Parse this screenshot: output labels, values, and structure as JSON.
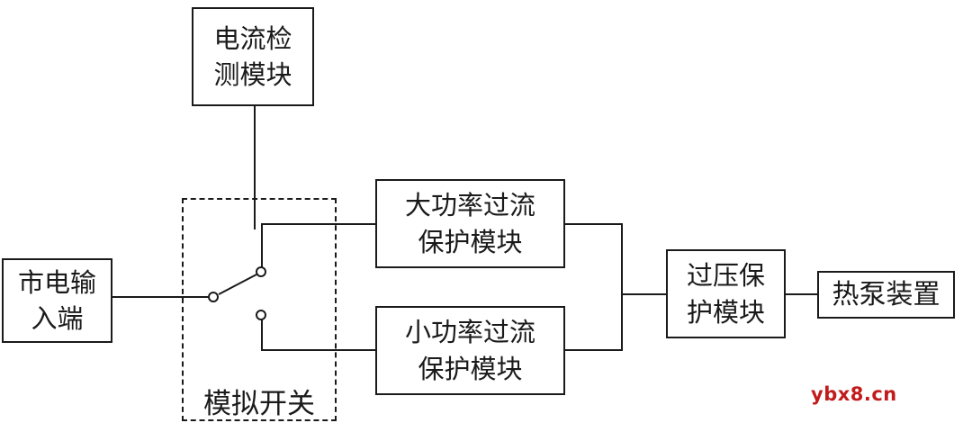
{
  "blocks": {
    "current_detection": {
      "label": "电流检\n测模块"
    },
    "mains_input": {
      "label": "市电输\n入端"
    },
    "high_power_overcurrent": {
      "label": "大功率过流\n保护模块"
    },
    "low_power_overcurrent": {
      "label": "小功率过流\n保护模块"
    },
    "overvoltage_protection": {
      "label": "过压保\n护模块"
    },
    "heat_pump": {
      "label": "热泵装置"
    },
    "analog_switch": {
      "label": "模拟开关"
    }
  },
  "watermark": {
    "text": "ybx8.cn",
    "color": "#c21b1b"
  },
  "colors": {
    "line": "#1a1a1a",
    "background": "#ffffff"
  }
}
